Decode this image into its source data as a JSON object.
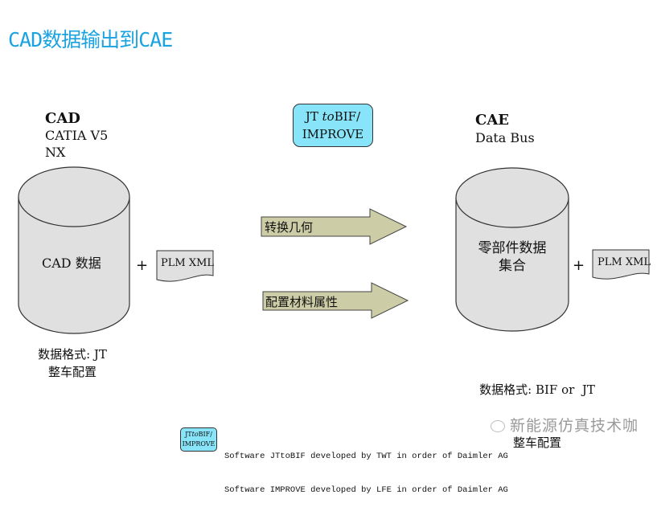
{
  "title": "CAD数据输出到CAE",
  "source": {
    "heading": "CAD",
    "lines": [
      "CATIA V5",
      "NX"
    ],
    "cylinder_label": "CAD 数据",
    "plus": "+",
    "doc_label": "PLM XML",
    "caption_line1": "数据格式: JT",
    "caption_line2": "整车配置"
  },
  "tool": {
    "line1_pre": "JT",
    "line1_italic": "to",
    "line1_post": "BIF/",
    "line2": "IMPROVE",
    "color": "#88e4f8"
  },
  "process": {
    "background": "#ffffb8",
    "arrow_color": "#cccca6",
    "steps": [
      {
        "label": "转换几何"
      },
      {
        "label": "配置材料属性"
      }
    ]
  },
  "target": {
    "heading": "CAE",
    "lines": [
      "Data Bus"
    ],
    "cylinder_label_line1": "零部件数据",
    "cylinder_label_line2": "集合",
    "plus": "+",
    "doc_label": "PLM XML",
    "caption_line1": "数据格式: BIF or  JT",
    "caption_line2": "整车配置"
  },
  "legend": {
    "box_line1_pre": "JT",
    "box_line1_italic": "to",
    "box_line1_post": "BIF/",
    "box_line2": "IMPROVE",
    "line1": "Software JTtoBIF developed by TWT in order of Daimler AG",
    "line2": "Software IMPROVE developed by LFE in order of Daimler AG"
  },
  "watermark": "新能源仿真技术咖",
  "colors": {
    "title": "#1aa3e0",
    "cylinder_fill": "#e0e0e0"
  }
}
